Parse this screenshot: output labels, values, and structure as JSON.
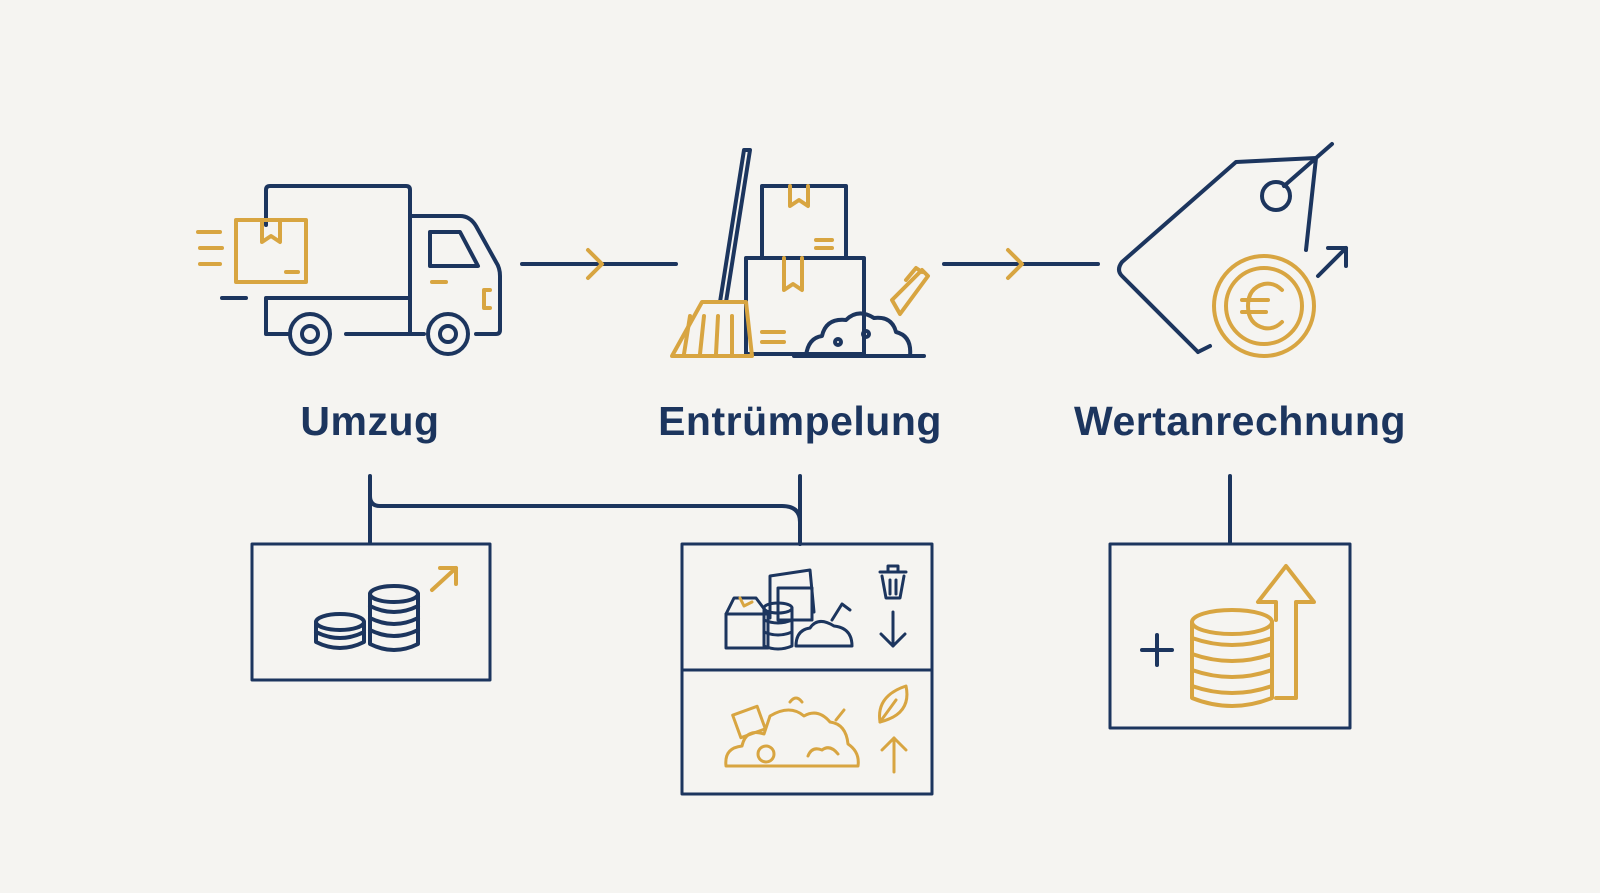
{
  "steps": [
    {
      "label": "Umzug"
    },
    {
      "label": "Entrümpelung"
    },
    {
      "label": "Wertanrechnung"
    }
  ],
  "icons": {
    "step1": "moving-truck-icon",
    "step2": "broom-boxes-debris-icon",
    "step3": "price-tag-euro-icon",
    "box1": "coin-stack-up-arrow-icon",
    "box2_top": "junk-trash-down-arrow-icon",
    "box2_bottom": "debris-leaf-up-arrow-icon",
    "box3": "plus-coins-up-arrow-icon"
  },
  "colors": {
    "navy": "#1c355e",
    "gold": "#d8a541",
    "background": "#f5f4f1"
  }
}
